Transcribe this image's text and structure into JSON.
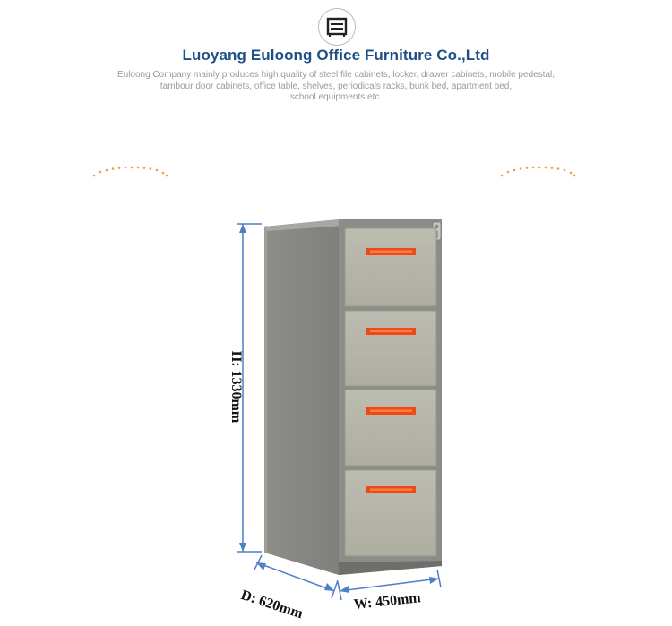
{
  "header": {
    "logo_icon": "cabinet-icon",
    "company_name": "Luoyang Euloong Office Furniture Co.,Ltd",
    "description_lines": [
      "Euloong Company mainly produces high quality of  steel file cabinets, locker, drawer cabinets, mobile pedestal,",
      "tambour door cabinets, office table, shelves, periodicals racks, bunk bed, apartment bed,",
      "school equipments etc."
    ]
  },
  "product": {
    "drawer_count": 4,
    "dimensions": {
      "height": "H: 1330mm",
      "depth": "D: 620mm",
      "width": "W: 450mm"
    }
  },
  "colors": {
    "title": "#1e4f86",
    "cabinet_body": "#8a8b86",
    "drawer_front": "#b5b4a8",
    "handle": "#f04a14",
    "dimension_line": "#4f7fc9",
    "dots": "#e8a23a"
  }
}
